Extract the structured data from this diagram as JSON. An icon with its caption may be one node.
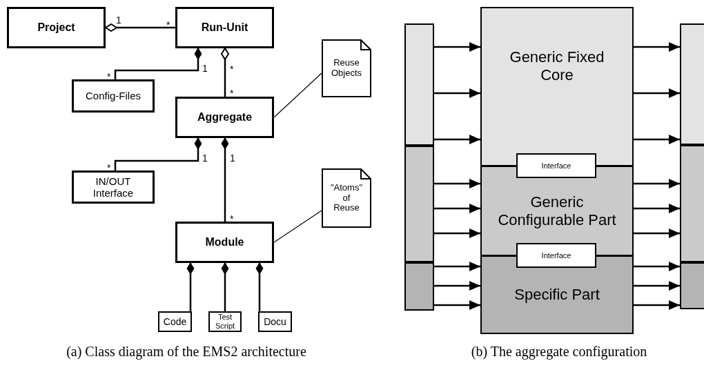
{
  "diagram": {
    "nodes": [
      {
        "text": [
          "Project"
        ]
      },
      {
        "text": [
          "Run-Unit"
        ]
      },
      {
        "text": [
          "Config-Files"
        ]
      },
      {
        "text": [
          "Aggregate"
        ]
      },
      {
        "text": [
          "Reuse Objects"
        ]
      },
      {
        "text": [
          "IN/OUT Interface"
        ]
      },
      {
        "text": [
          "Module"
        ]
      },
      {
        "text": [
          "\"Atoms\" of Reuse"
        ]
      },
      {
        "text": [
          "Code"
        ]
      },
      {
        "text": [
          "Test Script"
        ]
      },
      {
        "text": [
          "Docu"
        ]
      },
      {
        "text": [],
        "shape": "bar"
      },
      {
        "text": [],
        "shape": "bar"
      },
      {
        "text": [],
        "shape": "bar"
      },
      {
        "text": [
          "Generic Fixed Core"
        ]
      },
      {
        "text": [
          "Interface"
        ]
      },
      {
        "text": [
          "Generic Configurable Part"
        ]
      },
      {
        "text": [
          "Interface"
        ]
      },
      {
        "text": [
          "Specific Part"
        ]
      },
      {
        "text": [],
        "shape": "bar"
      },
      {
        "text": [],
        "shape": "bar"
      },
      {
        "text": [],
        "shape": "bar"
      }
    ],
    "edges": [
      {
        "from": 1,
        "to": 0,
        "arrow": "other"
      },
      {
        "from": 2,
        "to": 1,
        "arrow": "other"
      },
      {
        "from": 3,
        "to": 1,
        "arrow": "other"
      },
      {
        "from": 5,
        "to": 3,
        "arrow": "other"
      },
      {
        "from": 6,
        "to": 3,
        "arrow": "other"
      },
      {
        "from": 8,
        "to": 6,
        "arrow": "other"
      },
      {
        "from": 9,
        "to": 6,
        "arrow": "other"
      },
      {
        "from": 10,
        "to": 6,
        "arrow": "other"
      },
      {
        "from": 4,
        "to": 3,
        "arrow": "none"
      },
      {
        "from": 7,
        "to": 6,
        "arrow": "none"
      },
      {
        "from": 11,
        "to": 14,
        "arrow": "to"
      },
      {
        "from": 11,
        "to": 14,
        "arrow": "to"
      },
      {
        "from": 11,
        "to": 14,
        "arrow": "to"
      },
      {
        "from": 12,
        "to": 16,
        "arrow": "to"
      },
      {
        "from": 12,
        "to": 16,
        "arrow": "to"
      },
      {
        "from": 12,
        "to": 16,
        "arrow": "to"
      },
      {
        "from": 13,
        "to": 18,
        "arrow": "to"
      },
      {
        "from": 13,
        "to": 18,
        "arrow": "to"
      },
      {
        "from": 13,
        "to": 18,
        "arrow": "to"
      },
      {
        "from": 14,
        "to": 19,
        "arrow": "to"
      },
      {
        "from": 14,
        "to": 19,
        "arrow": "to"
      },
      {
        "from": 14,
        "to": 19,
        "arrow": "to"
      },
      {
        "from": 16,
        "to": 20,
        "arrow": "to"
      },
      {
        "from": 16,
        "to": 20,
        "arrow": "to"
      },
      {
        "from": 16,
        "to": 20,
        "arrow": "to"
      },
      {
        "from": 18,
        "to": 21,
        "arrow": "to"
      },
      {
        "from": 18,
        "to": 21,
        "arrow": "to"
      },
      {
        "from": 18,
        "to": 21,
        "arrow": "to"
      }
    ],
    "labels": [
      "1",
      "*",
      "*",
      "1",
      "*",
      "*",
      "*",
      "1",
      "1",
      "*",
      "(a) Class diagram of the EMS2 architecture",
      "(b) The aggregate configuration"
    ]
  }
}
